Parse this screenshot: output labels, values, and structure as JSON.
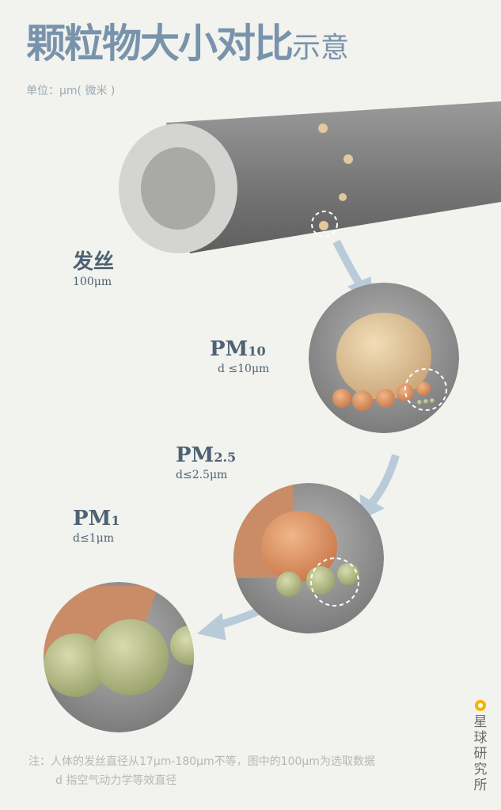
{
  "header": {
    "title_main": "颗粒物大小对比",
    "title_sub": "示意",
    "unit": "单位：μm( 微米 )"
  },
  "items": [
    {
      "name": "发丝",
      "sub": "",
      "size": "100μm"
    },
    {
      "name": "PM",
      "sub": "10",
      "size": "d ≤10μm"
    },
    {
      "name": "PM",
      "sub": "2.5",
      "size": "d≤2.5μm"
    },
    {
      "name": "PM",
      "sub": "1",
      "size": "d≤1μm"
    }
  ],
  "notes": {
    "line1": "注：人体的发丝直径从17μm-180μm不等，图中的100μm为选取数据",
    "line2": "d 指空气动力学等效直径"
  },
  "brand": {
    "chars": [
      "星",
      "球",
      "研",
      "究",
      "所"
    ],
    "accent": "#f2b400"
  },
  "colors": {
    "title": "#7893ab",
    "arrow": "#b9cbd9"
  }
}
